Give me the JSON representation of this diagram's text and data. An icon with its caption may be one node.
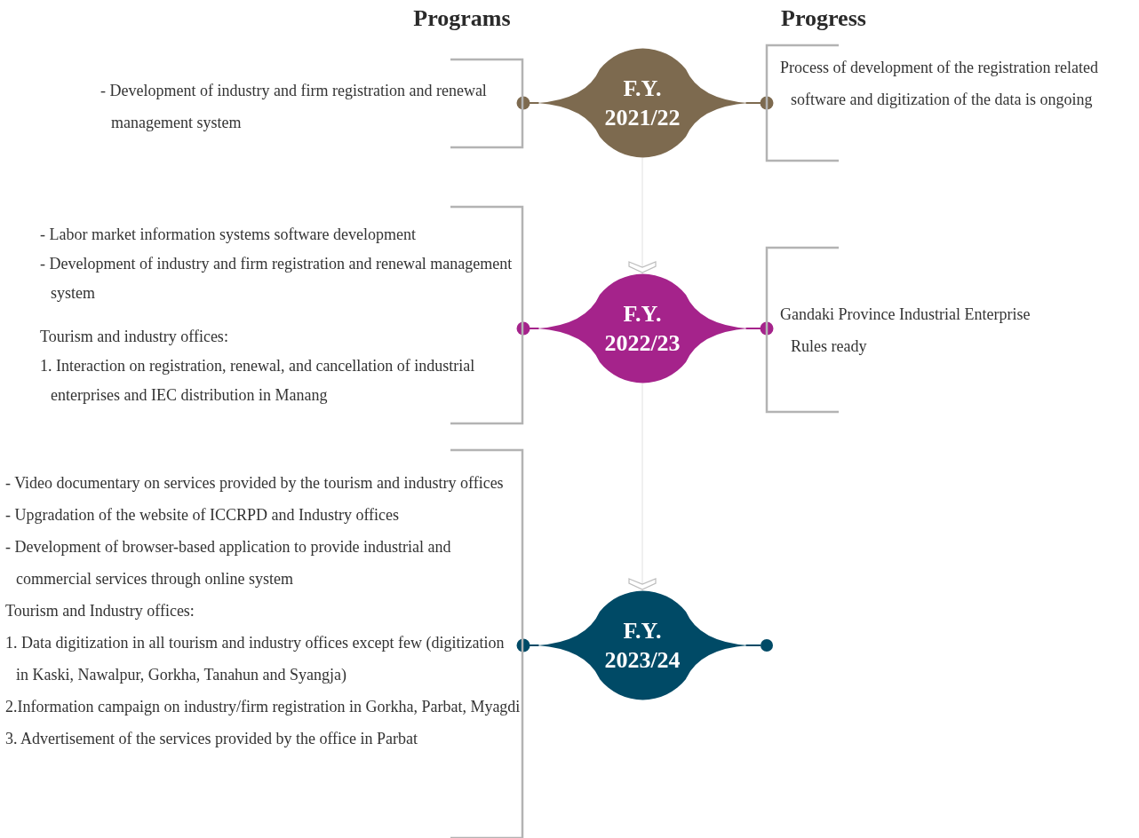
{
  "diagram": {
    "nodes": [
      {
        "text": [
          "- Development of industry and firm registration and renewal management system"
        ]
      },
      {
        "text": [
          "F.Y. 2021/22"
        ]
      },
      {
        "text": [
          "Process of development of the registration related software and digitization of the data is ongoing"
        ]
      },
      {
        "text": [
          "- Labor market information systems software development",
          "- Development of industry and firm registration and renewal management system",
          "Tourism and industry offices:",
          "1. Interaction on registration, renewal, and cancellation of industrial enterprises and IEC distribution in Manang"
        ]
      },
      {
        "text": [
          "F.Y. 2022/23"
        ]
      },
      {
        "text": [
          "Gandaki Province Industrial Enterprise Rules ready"
        ]
      },
      {
        "text": [
          "- Video documentary on services provided by the tourism and industry offices",
          "- Upgradation of the website of ICCRPD and Industry offices",
          "- Development of browser-based application to provide industrial and commercial services through online system",
          "Tourism and Industry offices:",
          "1. Data digitization in all tourism and industry offices except few (digitization in Kaski, Nawalpur, Gorkha, Tanahun and Syangja)",
          "2.Information campaign on industry/firm registration in Gorkha, Parbat, Myagdi",
          "3. Advertisement of the services provided by the office in Parbat"
        ]
      },
      {
        "text": [
          "F.Y. 2023/24"
        ]
      },
      {
        "text": [],
        "shape": "circle"
      }
    ],
    "edges": [
      {
        "from": 1,
        "to": 0,
        "arrow": "other",
        "color": "#7d6a4f"
      },
      {
        "from": 1,
        "to": 2,
        "arrow": "other",
        "color": "#7d6a4f"
      },
      {
        "from": 1,
        "to": 4,
        "arrow": "to",
        "color": "#bdbdbd"
      },
      {
        "from": 4,
        "to": 3,
        "arrow": "other",
        "color": "#a5238b"
      },
      {
        "from": 4,
        "to": 5,
        "arrow": "other",
        "color": "#a5238b"
      },
      {
        "from": 4,
        "to": 7,
        "arrow": "to",
        "color": "#bdbdbd"
      },
      {
        "from": 7,
        "to": 6,
        "arrow": "other",
        "color": "#004a66"
      },
      {
        "from": 7,
        "to": 8,
        "arrow": "none",
        "color": "#004a66"
      }
    ],
    "labels": [
      "Programs",
      "Progress"
    ]
  }
}
